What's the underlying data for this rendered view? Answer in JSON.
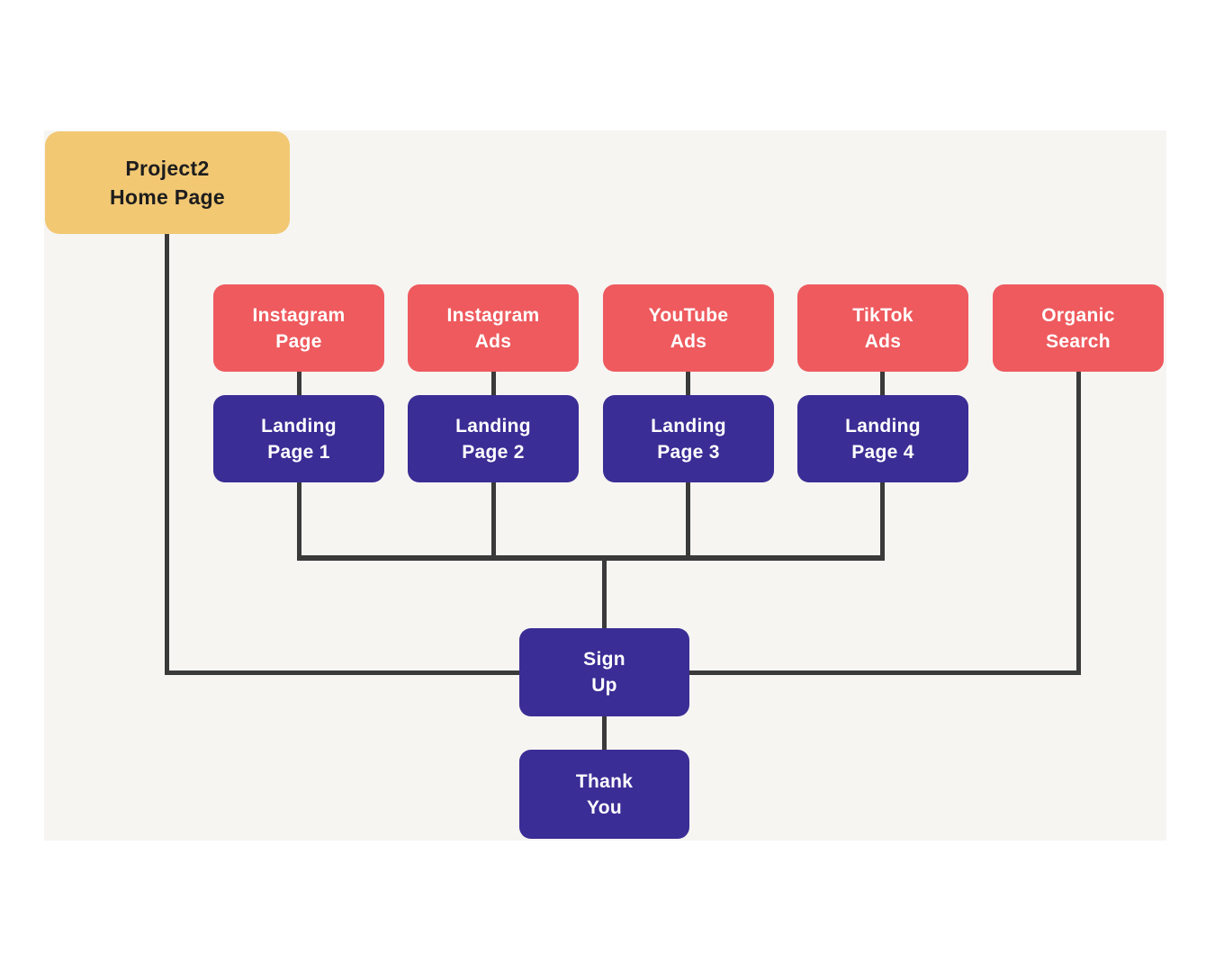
{
  "diagram_type": "user-flow-funnel-flowchart",
  "colors": {
    "home_node": "#f2c873",
    "traffic_source_node": "#ee5a5e",
    "page_node": "#3a2d95",
    "connector_line": "#3a3a3a",
    "canvas_panel": "#f6f5f2",
    "page_background": "#ffffff",
    "home_text": "#1d1d1d",
    "node_text": "#ffffff"
  },
  "nodes": {
    "home": {
      "line1": "Project2",
      "line2": "Home Page"
    },
    "instagram_page": {
      "line1": "Instagram",
      "line2": "Page"
    },
    "instagram_ads": {
      "line1": "Instagram",
      "line2": "Ads"
    },
    "youtube_ads": {
      "line1": "YouTube",
      "line2": "Ads"
    },
    "tiktok_ads": {
      "line1": "TikTok",
      "line2": "Ads"
    },
    "organic_search": {
      "line1": "Organic",
      "line2": "Search"
    },
    "landing1": {
      "line1": "Landing",
      "line2": "Page 1"
    },
    "landing2": {
      "line1": "Landing",
      "line2": "Page 2"
    },
    "landing3": {
      "line1": "Landing",
      "line2": "Page 3"
    },
    "landing4": {
      "line1": "Landing",
      "line2": "Page 4"
    },
    "sign_up": {
      "line1": "Sign",
      "line2": "Up"
    },
    "thank_you": {
      "line1": "Thank",
      "line2": "You"
    }
  },
  "edges": [
    {
      "from": "home",
      "to": "sign_up"
    },
    {
      "from": "instagram_page",
      "to": "landing1"
    },
    {
      "from": "instagram_ads",
      "to": "landing2"
    },
    {
      "from": "youtube_ads",
      "to": "landing3"
    },
    {
      "from": "tiktok_ads",
      "to": "landing4"
    },
    {
      "from": "organic_search",
      "to": "sign_up"
    },
    {
      "from": "landing1",
      "to": "sign_up"
    },
    {
      "from": "landing2",
      "to": "sign_up"
    },
    {
      "from": "landing3",
      "to": "sign_up"
    },
    {
      "from": "landing4",
      "to": "sign_up"
    },
    {
      "from": "sign_up",
      "to": "thank_you"
    }
  ]
}
